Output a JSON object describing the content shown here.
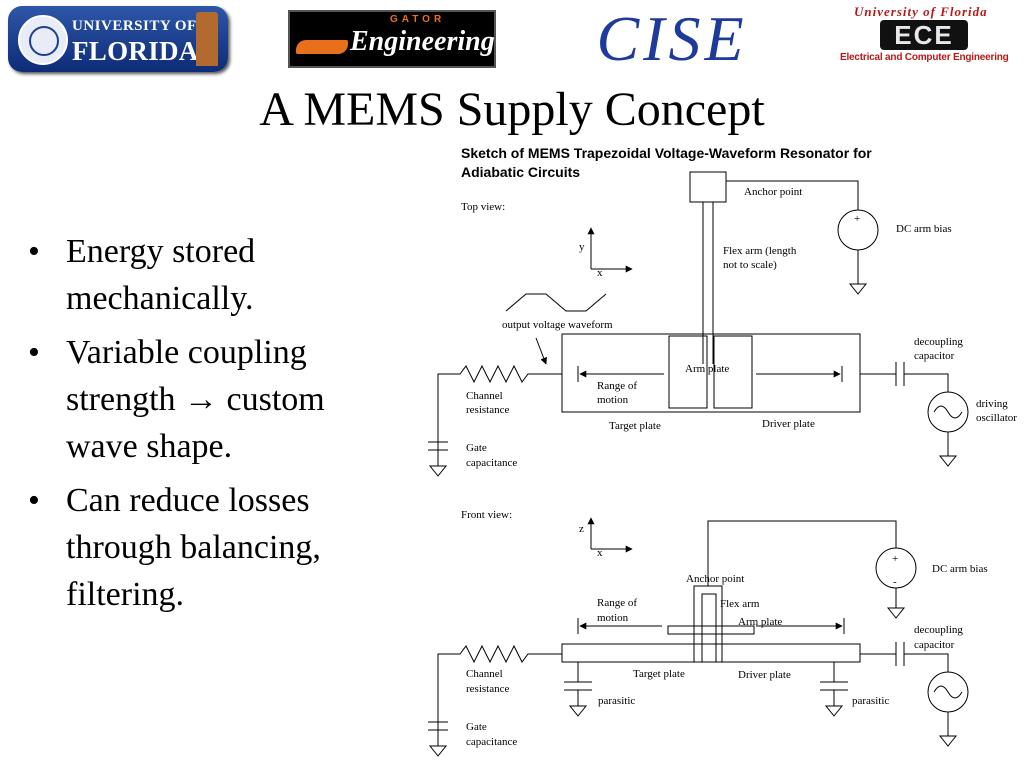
{
  "logos": {
    "uf": {
      "line1": "UNIVERSITY OF",
      "line2": "FLORIDA"
    },
    "gator_engineering": {
      "small": "GATOR",
      "main": "Engineering"
    },
    "cise": "CISE",
    "ece": {
      "top": "University of Florida",
      "mark": "ECE",
      "bottom": "Electrical and Computer Engineering"
    }
  },
  "title": "A MEMS Supply Concept",
  "bullets": [
    "Energy stored mechanically.",
    "Variable coupling strength → custom wave shape.",
    "Can reduce losses through balancing, filtering."
  ],
  "bullet_glyph": "•",
  "diagram": {
    "heading_line1": "Sketch of MEMS Trapezoidal Voltage-Waveform Resonator for",
    "heading_line2": "Adiabatic Circuits",
    "top_view": {
      "view_label": "Top view:",
      "axis_y": "y",
      "axis_x": "x",
      "anchor_point": "Anchor point",
      "dc_arm_bias": "DC arm bias",
      "flex_arm_line1": "Flex arm (length",
      "flex_arm_line2": "not to scale)",
      "output_voltage_waveform": "output voltage waveform",
      "decoupling_line1": "decoupling",
      "decoupling_line2": "capacitor",
      "arm_plate": "Arm plate",
      "range_line1": "Range of",
      "range_line2": "motion",
      "channel_line1": "Channel",
      "channel_line2": "resistance",
      "driving_line1": "driving",
      "driving_line2": "oscillator",
      "target_plate": "Target plate",
      "driver_plate": "Driver plate",
      "gate_line1": "Gate",
      "gate_line2": "capacitance",
      "plus": "+"
    },
    "front_view": {
      "view_label": "Front view:",
      "axis_z": "z",
      "axis_x": "x",
      "dc_arm_bias": "DC arm bias",
      "anchor_point": "Anchor point",
      "range_line1": "Range of",
      "range_line2": "motion",
      "flex_arm": "Flex arm",
      "arm_plate": "Arm plate",
      "decoupling_line1": "decoupling",
      "decoupling_line2": "capacitor",
      "channel_line1": "Channel",
      "channel_line2": "resistance",
      "target_plate": "Target plate",
      "driver_plate": "Driver plate",
      "parasitic_left": "parasitic",
      "parasitic_right": "parasitic",
      "gate_line1": "Gate",
      "gate_line2": "capacitance",
      "plus": "+",
      "minus": "-"
    }
  }
}
